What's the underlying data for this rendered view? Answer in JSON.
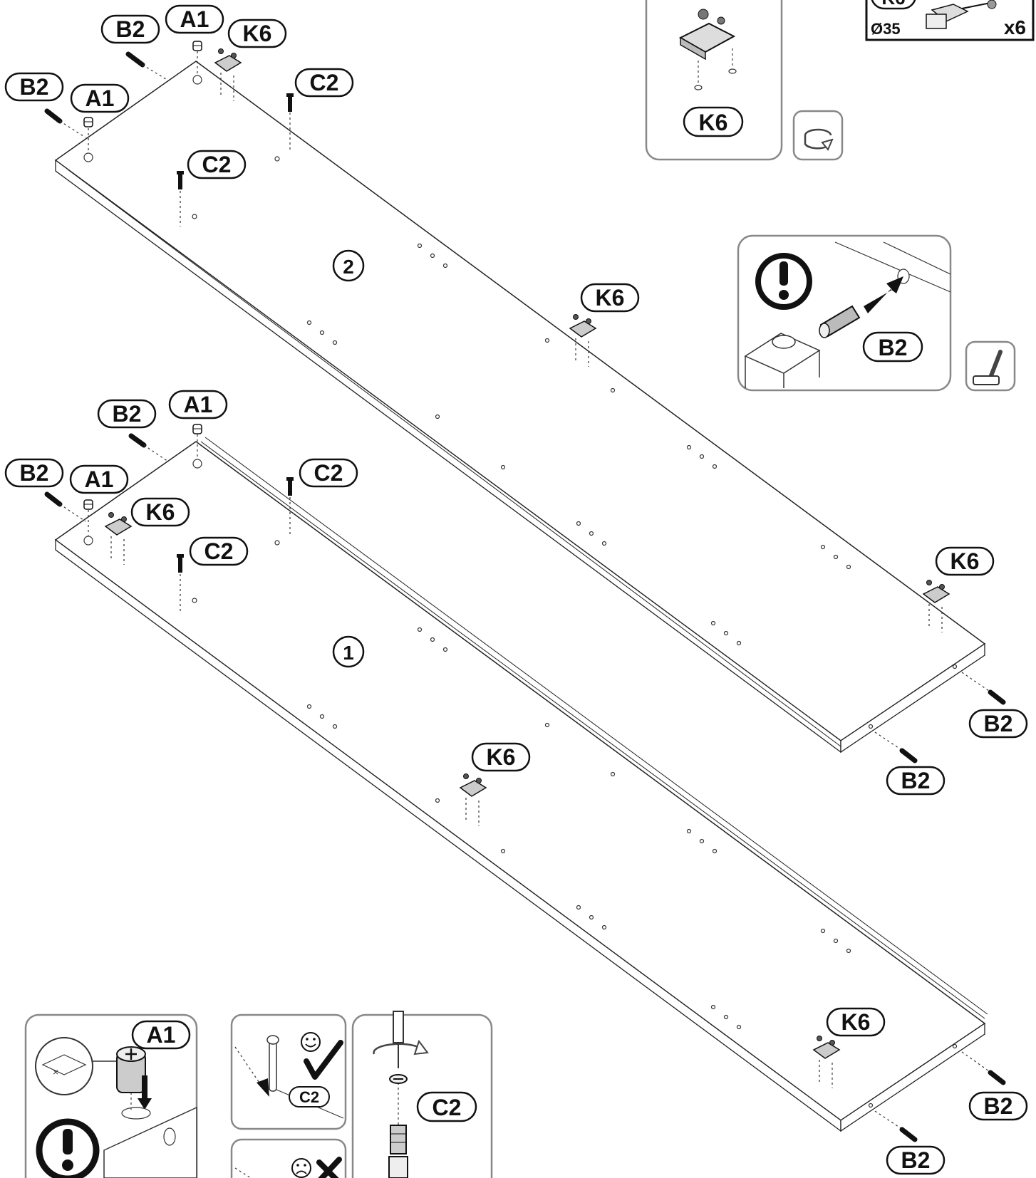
{
  "labels": {
    "b2": "B2",
    "a1": "A1",
    "c2": "C2",
    "k6": "K6"
  },
  "panel_numbers": {
    "panel_2": "2",
    "panel_1": "1"
  },
  "parts_box": {
    "label": "K6",
    "diameter": "Ø35",
    "quantity": "x6"
  },
  "icons": {
    "warning": "exclamation-icon",
    "rotate": "rotate-arrow-icon",
    "hammer": "hammer-icon",
    "happy": "smiley-happy-icon",
    "sad": "smiley-sad-icon",
    "check": "checkmark-icon",
    "cross": "cross-icon",
    "screwdriver": "screwdriver-icon"
  }
}
